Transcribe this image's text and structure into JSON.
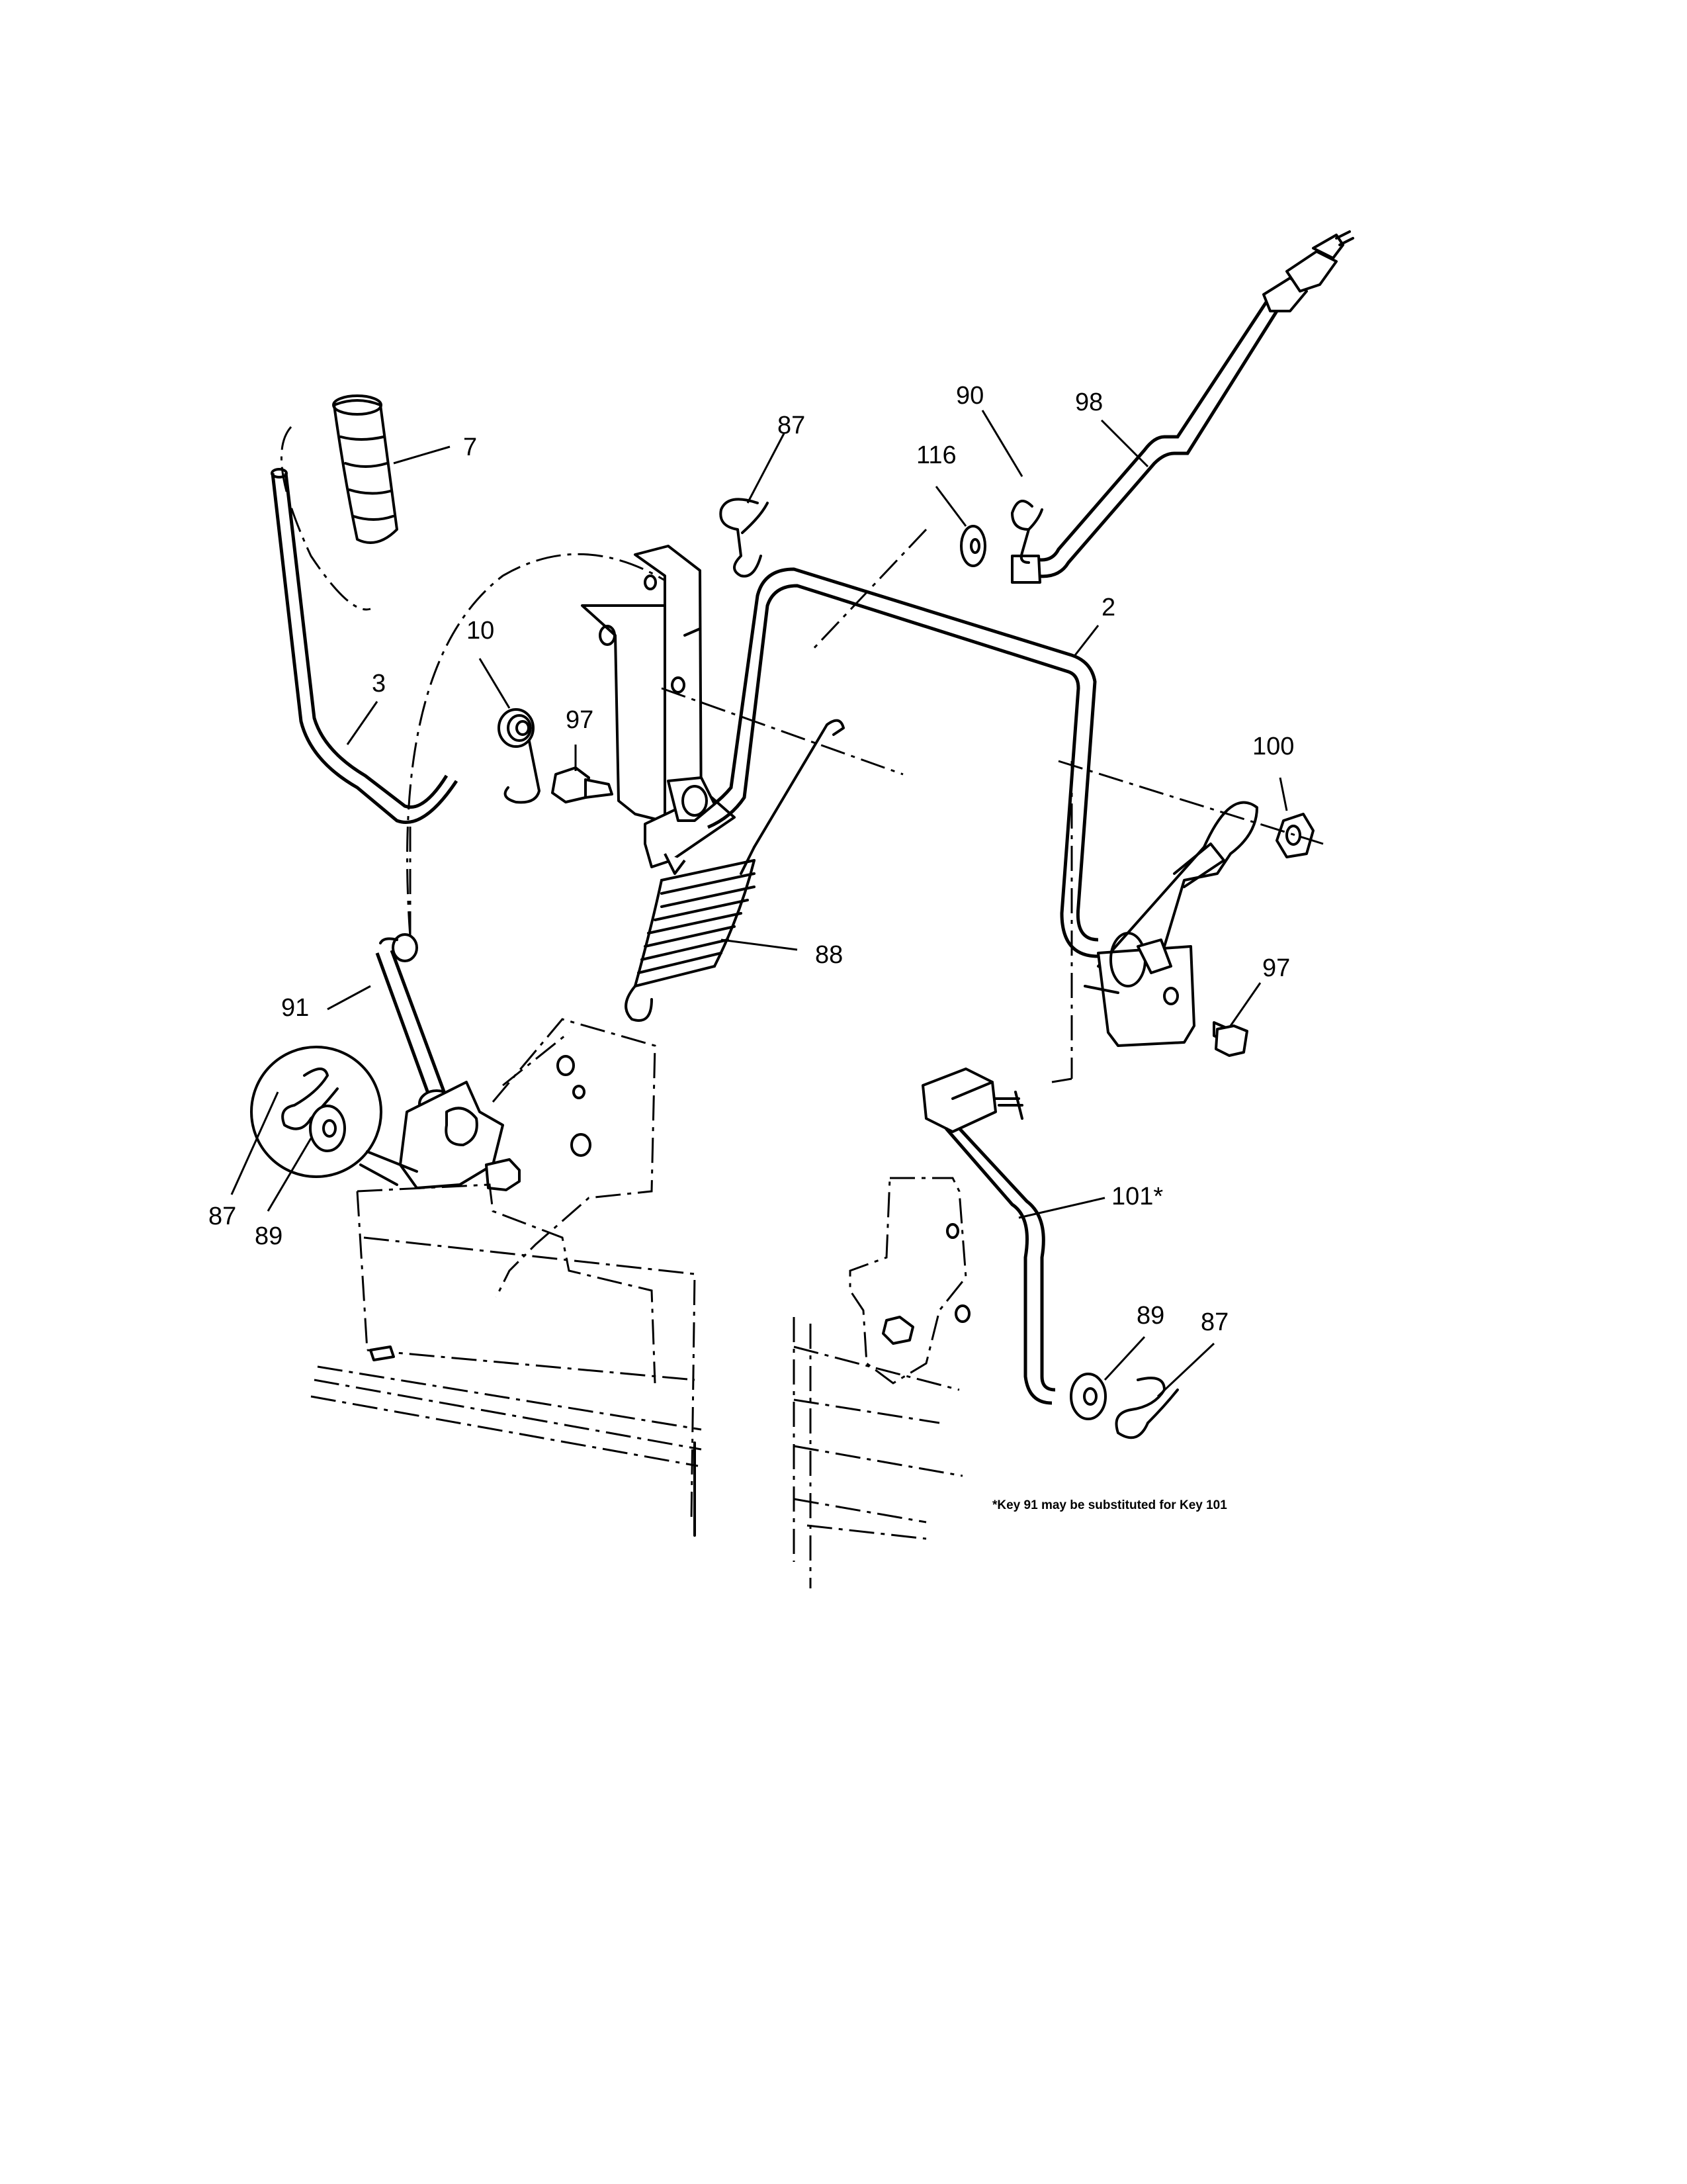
{
  "diagram": {
    "callouts": [
      {
        "id": "c7",
        "label": "7"
      },
      {
        "id": "c87a",
        "label": "87"
      },
      {
        "id": "c90",
        "label": "90"
      },
      {
        "id": "c98",
        "label": "98"
      },
      {
        "id": "c116",
        "label": "116"
      },
      {
        "id": "c2",
        "label": "2"
      },
      {
        "id": "c10",
        "label": "10"
      },
      {
        "id": "c3",
        "label": "3"
      },
      {
        "id": "c97a",
        "label": "97"
      },
      {
        "id": "c100",
        "label": "100"
      },
      {
        "id": "c88",
        "label": "88"
      },
      {
        "id": "c97b",
        "label": "97"
      },
      {
        "id": "c91",
        "label": "91"
      },
      {
        "id": "c87b",
        "label": "87"
      },
      {
        "id": "c89a",
        "label": "89"
      },
      {
        "id": "c101",
        "label": "101*"
      },
      {
        "id": "c89b",
        "label": "89"
      },
      {
        "id": "c87c",
        "label": "87"
      }
    ],
    "footnote": "*Key 91 may be substituted for Key 101"
  }
}
